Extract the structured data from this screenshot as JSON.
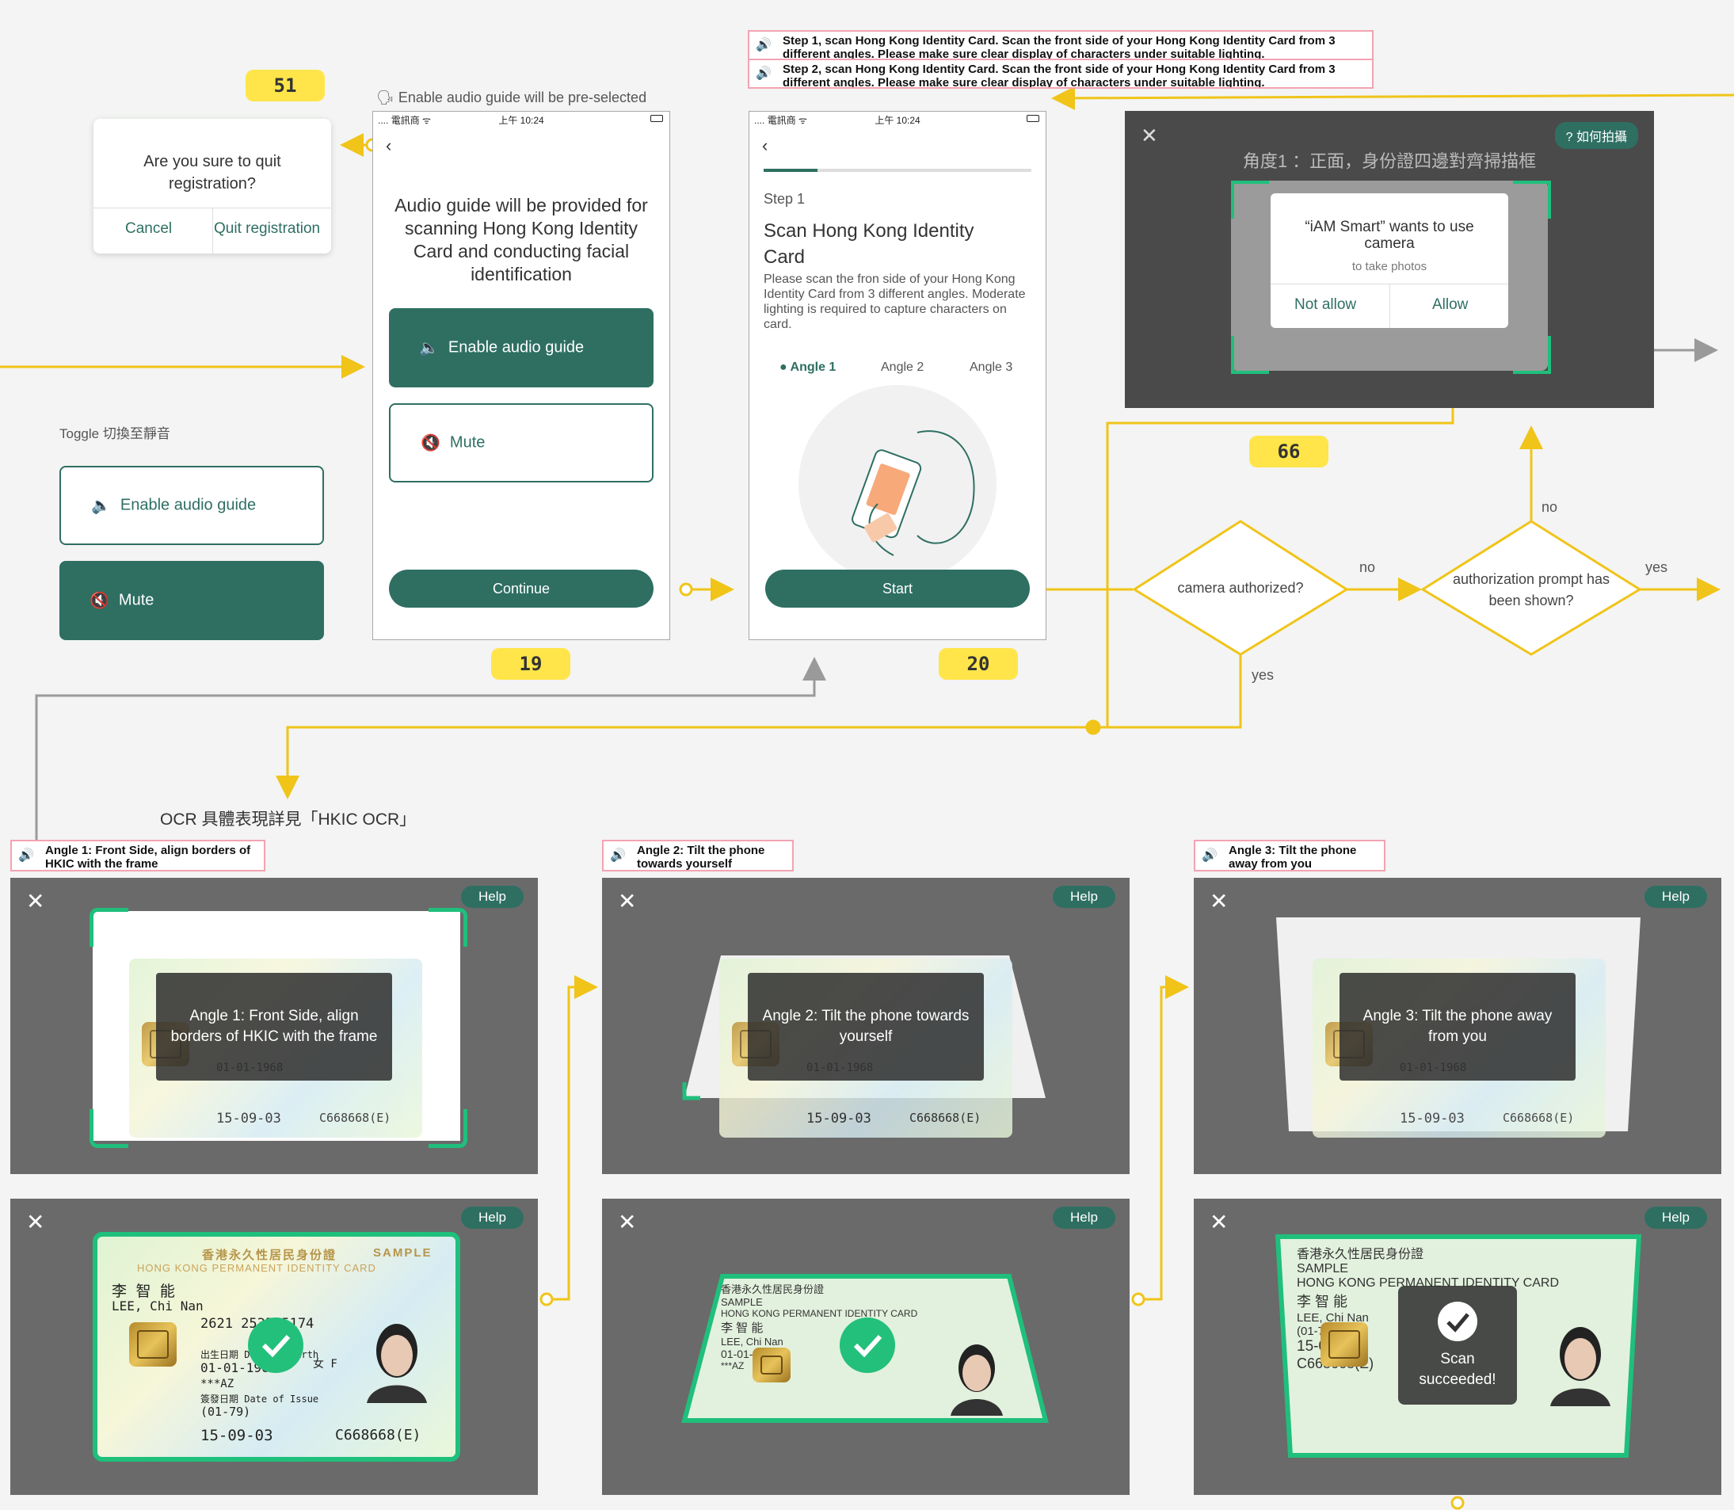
{
  "badges": {
    "b51": "51",
    "b19": "19",
    "b20": "20",
    "b66": "66"
  },
  "quit_dialog": {
    "text": "Are you sure to quit registration?",
    "cancel": "Cancel",
    "quit": "Quit registration"
  },
  "toggle_note": "Toggle 切換至靜音",
  "toggle": {
    "enable": "Enable audio guide",
    "mute": "Mute"
  },
  "preselect_note": "Enable audio guide will be pre-selected",
  "phone19": {
    "carrier": "電訊商",
    "time": "上午 10:24",
    "title": "Audio guide will be provided for scanning Hong Kong Identity Card and conducting facial identification",
    "enable": "Enable audio guide",
    "mute": "Mute",
    "continue": "Continue"
  },
  "phone20": {
    "carrier": "電訊商",
    "time": "上午 10:24",
    "step": "Step 1",
    "title": "Scan Hong Kong Identity Card",
    "body": "Please scan the fron side of your Hong Kong Identity Card from 3 different angles. Moderate lighting is required to capture characters on card.",
    "angles": [
      "Angle 1",
      "Angle 2",
      "Angle 3"
    ],
    "start": "Start"
  },
  "audio_notes": {
    "top1": "Step 1, scan Hong Kong Identity Card.  Scan the front side of your Hong Kong Identity Card from 3 different angles.  Please make sure clear display of characters under suitable lighting.",
    "top2": "Step 2, scan Hong Kong Identity Card.  Scan the front side of your Hong Kong Identity Card from 3 different angles.  Please make sure clear display of characters under suitable lighting.",
    "a1": "Angle 1: Front Side, align borders of HKIC with the frame",
    "a2": "Angle 2: Tilt the phone towards yourself",
    "a3": "Angle 3: Tilt the phone away from you"
  },
  "camera_screen": {
    "help": "如何拍攝",
    "heading": "角度1 ：正面，身份證四邊對齊掃描框",
    "dialog_title": "“iAM Smart” wants to use camera",
    "dialog_sub": "to take photos",
    "not_allow": "Not allow",
    "allow": "Allow"
  },
  "flow": {
    "camera_q": "camera authorized?",
    "prompt_q": "authorization prompt has been shown?",
    "no": "no",
    "yes": "yes",
    "ocr_note": "OCR 具體表現詳見「HKIC OCR」"
  },
  "scan": {
    "help": "Help",
    "a1": "Angle 1: Front Side, align borders of HKIC with the frame",
    "a2": "Angle 2: Tilt the phone towards yourself",
    "a3": "Angle 3: Tilt the phone away from you",
    "success": "Scan succeeded!"
  },
  "hkic": {
    "title_zh": "香港永久性居民身份證",
    "sample": "SAMPLE",
    "title_en": "HONG KONG PERMANENT IDENTITY CARD",
    "name_zh": "李 智 能",
    "name_en": "LEE, Chi Nan",
    "code": "2621 2535 5174",
    "dob_label": "出生日期 Date of Birth",
    "dob": "01-01-1968",
    "sex": "女 F",
    "symbols": "***AZ",
    "issue_label": "簽發日期 Date of Issue",
    "issue_first": "(01-79)",
    "issue": "15-09-03",
    "id": "C668668(E)"
  },
  "colors": {
    "accent": "#2e6f62",
    "flow": "#f0c419",
    "bracket": "#1fbf7c",
    "badge": "#ffe54a"
  }
}
